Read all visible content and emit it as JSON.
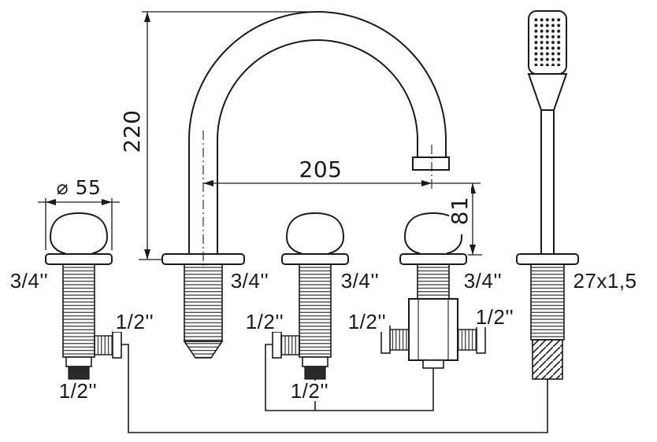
{
  "page": {
    "background": "#ffffff",
    "line_color": "#1a1a1a",
    "description": "Technical line drawing of a 5-hole deck-mounted bathtub mixer with gooseneck spout, two valves, diverter and hand shower"
  },
  "dimensions": {
    "spout_height": "220",
    "spout_reach": "205",
    "spout_outlet_height": "81",
    "knob_diameter": "⌀ 55"
  },
  "connections": {
    "left_valve_deck": "3/4''",
    "spout_deck": "3/4''",
    "middle_valve_deck": "3/4''",
    "diverter_deck": "3/4''",
    "shower_deck": "27x1,5",
    "left_valve_side": "1/2''",
    "left_valve_bottom": "1/2''",
    "middle_valve_side": "1/2''",
    "middle_valve_bottom": "1/2''",
    "diverter_left": "1/2''",
    "diverter_right": "1/2''"
  }
}
